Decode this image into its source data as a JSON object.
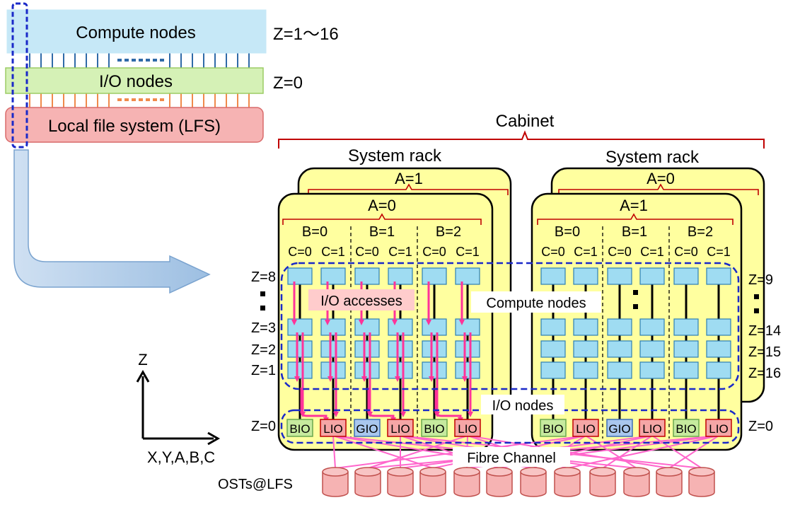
{
  "legend": {
    "compute_label": "Compute nodes",
    "compute_z": "Z=1～16",
    "io_label": "I/O nodes",
    "io_z": "Z=0",
    "lfs_label": "Local file system (LFS)"
  },
  "cabinet_label": "Cabinet",
  "racks": [
    {
      "title": "System rack",
      "back_a": "A=1",
      "front_a": "A=0",
      "b_labels": [
        "B=0",
        "B=1",
        "B=2"
      ],
      "c_labels": [
        "C=0",
        "C=1",
        "C=0",
        "C=1",
        "C=0",
        "C=1"
      ],
      "z_labels": [
        "Z=8",
        "Z=3",
        "Z=2",
        "Z=1",
        "Z=0"
      ],
      "io_nodes": [
        "BIO",
        "LIO",
        "GIO",
        "LIO",
        "BIO",
        "LIO"
      ]
    },
    {
      "title": "System rack",
      "back_a": "A=0",
      "front_a": "A=1",
      "b_labels": [
        "B=0",
        "B=1",
        "B=2"
      ],
      "c_labels": [
        "C=0",
        "C=1",
        "C=0",
        "C=1",
        "C=0",
        "C=1"
      ],
      "z_labels": [
        "Z=9",
        "Z=14",
        "Z=15",
        "Z=16",
        "Z=0"
      ],
      "io_nodes": [
        "BIO",
        "LIO",
        "GIO",
        "LIO",
        "BIO",
        "LIO"
      ]
    }
  ],
  "annotations": {
    "io_accesses": "I/O accesses",
    "compute_nodes": "Compute nodes",
    "io_nodes": "I/O nodes",
    "fibre_channel": "Fibre Channel",
    "osts": "OSTs@LFS"
  },
  "axes": {
    "z": "Z",
    "x": "X,Y,A,B,C"
  },
  "colors": {
    "compute": "#c6e8f7",
    "io": "#d5f1b6",
    "lfs": "#f6b3b3",
    "rack": "#ffff9f",
    "node": "#9fdcf2",
    "bio": "#c6ea9e",
    "gio": "#a9c7ee",
    "lio": "#f5a6a6",
    "arrow": "#ff3399",
    "dashed_box": "#1a29c8",
    "brace": "#c00000"
  }
}
